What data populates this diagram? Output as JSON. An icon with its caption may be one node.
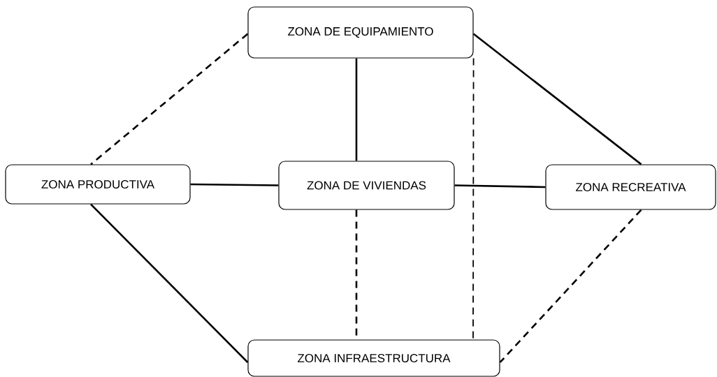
{
  "diagram": {
    "nodes": [
      {
        "text": [
          "ZONA DE EQUIPAMIENTO"
        ]
      },
      {
        "text": [
          "ZONA PRODUCTIVA"
        ]
      },
      {
        "text": [
          "ZONA DE VIVIENDAS"
        ]
      },
      {
        "text": [
          "ZONA RECREATIVA"
        ]
      },
      {
        "text": [
          "ZONA INFRAESTRUCTURA"
        ]
      }
    ],
    "edges": [
      {
        "from": 0,
        "to": 1,
        "arrow": "none",
        "style": "dashed"
      },
      {
        "from": 0,
        "to": 2,
        "arrow": "none"
      },
      {
        "from": 0,
        "to": 3,
        "arrow": "none"
      },
      {
        "from": 0,
        "to": 4,
        "arrow": "none",
        "style": "dashed"
      },
      {
        "from": 1,
        "to": 2,
        "arrow": "none"
      },
      {
        "from": 2,
        "to": 3,
        "arrow": "none"
      },
      {
        "from": 1,
        "to": 4,
        "arrow": "none"
      },
      {
        "from": 2,
        "to": 4,
        "arrow": "none",
        "style": "dashed"
      },
      {
        "from": 3,
        "to": 4,
        "arrow": "none",
        "style": "dashed"
      }
    ]
  }
}
